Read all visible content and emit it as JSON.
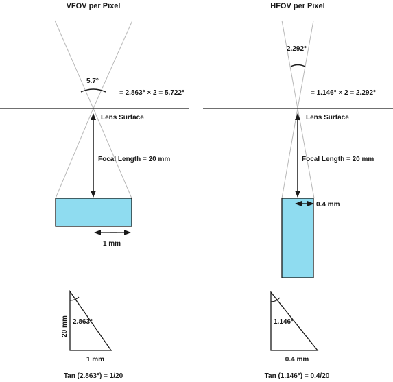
{
  "colors": {
    "sensor_fill": "#8fdcf0",
    "line": "#1a1a1a",
    "ray": "#b8b8b8",
    "background": "#ffffff"
  },
  "left_panel": {
    "title": "VFOV per Pixel",
    "angle_label": "5.7°",
    "equation": "= 2.863° × 2 = 5.722°",
    "lens_label": "Lens Surface",
    "focal_label": "Focal Length = 20 mm",
    "width_label": "1 mm",
    "triangle": {
      "side_label": "20 mm",
      "angle_label": "2.863°",
      "base_label": "1 mm",
      "formula": "Tan (2.863°) = 1/20"
    }
  },
  "right_panel": {
    "title": "HFOV per Pixel",
    "angle_label": "2.292°",
    "equation": "= 1.146° × 2 = 2.292°",
    "lens_label": "Lens Surface",
    "focal_label": "Focal Length = 20 mm",
    "width_label": "0.4 mm",
    "triangle": {
      "angle_label": "1.146°",
      "base_label": "0.4 mm",
      "formula": "Tan (1.146°) = 0.4/20"
    }
  }
}
